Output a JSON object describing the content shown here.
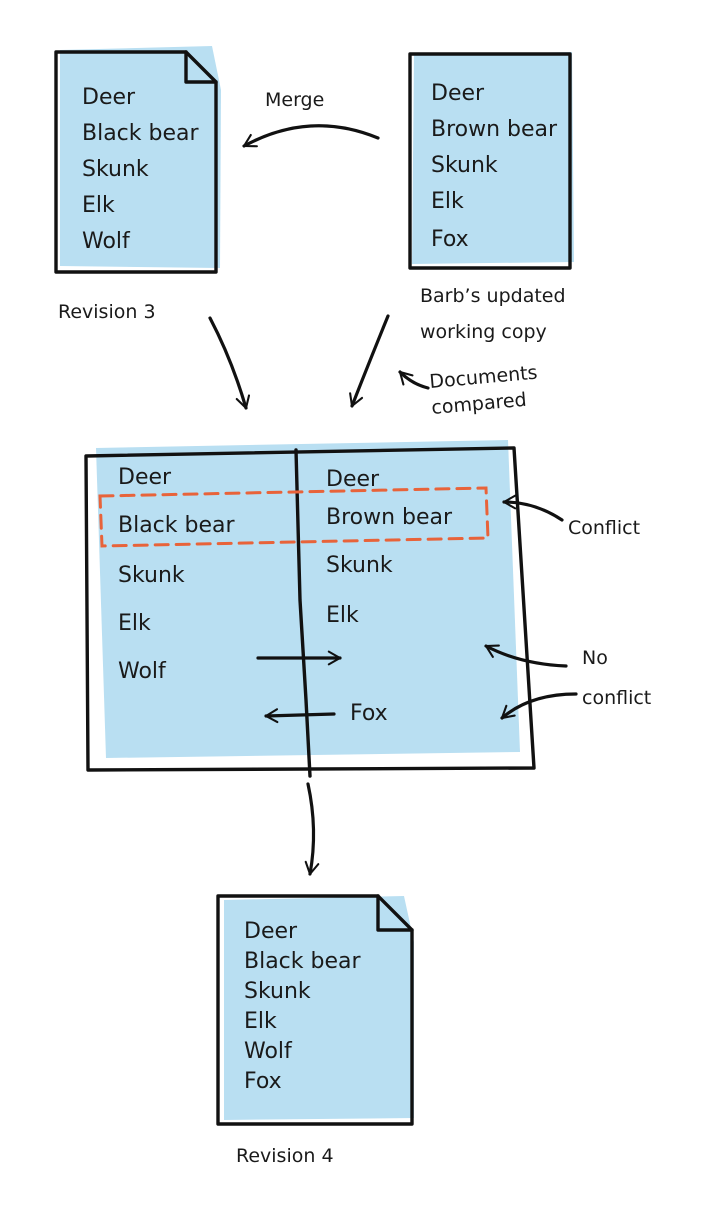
{
  "revision3": {
    "caption": "Revision 3",
    "items": [
      "Deer",
      "Black bear",
      "Skunk",
      "Elk",
      "Wolf"
    ]
  },
  "working_copy": {
    "caption_line1": "Barb’s updated",
    "caption_line2": "working copy",
    "items": [
      "Deer",
      "Brown bear",
      "Skunk",
      "Elk",
      "Fox"
    ]
  },
  "merge_label": "Merge",
  "compared_label": {
    "line1": "Documents",
    "line2": "compared"
  },
  "comparison": {
    "left": [
      "Deer",
      "Black bear",
      "Skunk",
      "Elk",
      "Wolf"
    ],
    "right": [
      "Deer",
      "Brown bear",
      "Skunk",
      "Elk"
    ],
    "fox": "Fox"
  },
  "conflict_label": "Conflict",
  "no_conflict_label": {
    "line1": "No",
    "line2": "conflict"
  },
  "revision4": {
    "caption": "Revision 4",
    "items": [
      "Deer",
      "Black bear",
      "Skunk",
      "Elk",
      "Wolf",
      "Fox"
    ]
  },
  "colors": {
    "paper": "#b9dff2",
    "conflict_box": "#e8633a",
    "ink": "#111111"
  }
}
